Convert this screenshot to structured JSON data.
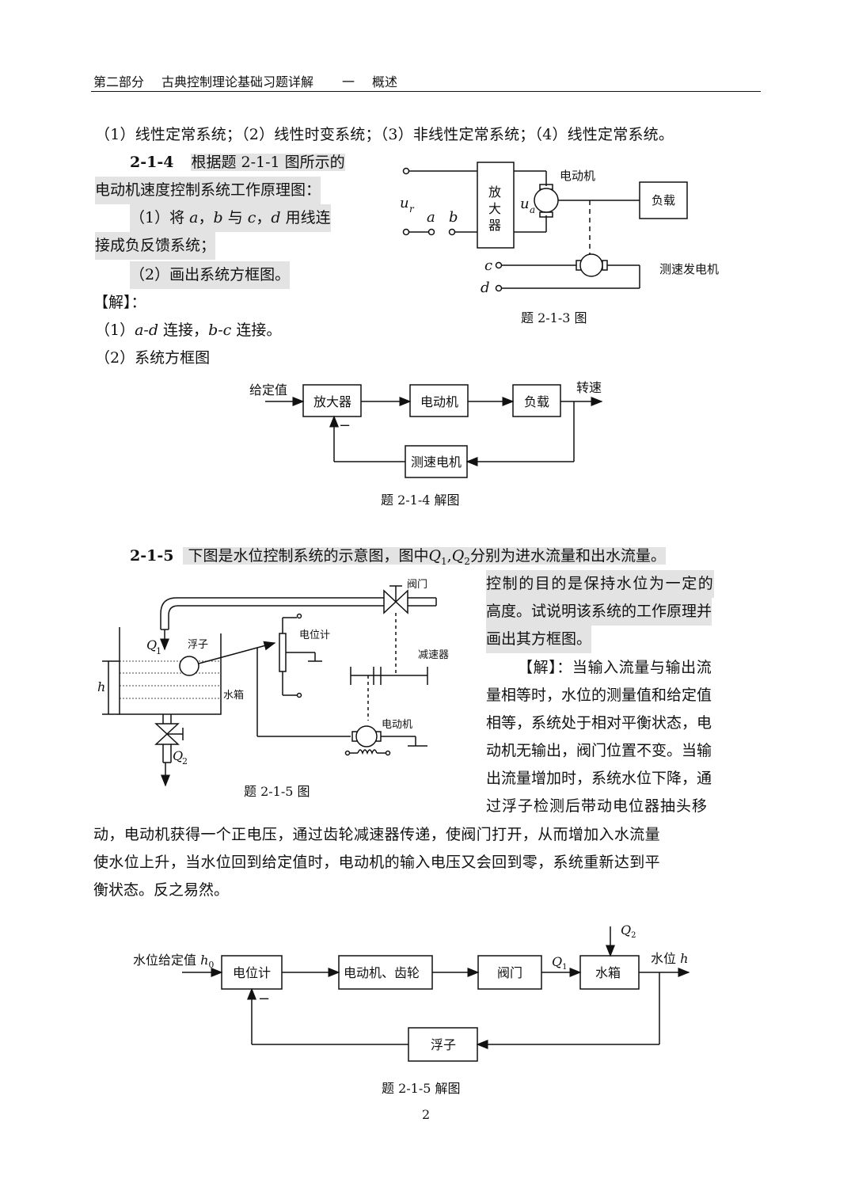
{
  "header": {
    "part": "第二部分",
    "book_title": "古典控制理论基础习题详解",
    "chapter_no": "一",
    "chapter": "概述"
  },
  "prev_answer": "（1）线性定常系统；（2）线性时变系统；（3）非线性定常系统；（4）线性定常系统。",
  "p214": {
    "num": "2-1-4",
    "q_line1": "根据题 2-1-1 图所示的",
    "q_line2": "电动机速度控制系统工作原理图：",
    "q_item1_a": "（1）将 ",
    "q_item1_var_a": "a",
    "q_item1_comma1": "，",
    "q_item1_var_b": "b",
    "q_item1_mid": " 与 ",
    "q_item1_var_c": "c",
    "q_item1_comma2": "，",
    "q_item1_var_d": "d",
    "q_item1_end": " 用线连",
    "q_item1_line2": "接成负反馈系统；",
    "q_item2": "（2）画出系统方框图。",
    "solution_label": "【解】：",
    "ans1_pre": "（1）",
    "ans1_ad": "a-d",
    "ans1_mid": " 连接，",
    "ans1_bc": "b-c",
    "ans1_end": " 连接。",
    "ans2": "（2）系统方框图",
    "fig_circuit": {
      "caption": "题 2-1-3 图",
      "amp": [
        "放",
        "大",
        "器"
      ],
      "motor": "电动机",
      "load": "负载",
      "tacho": "测速发电机",
      "ur": "u",
      "ur_sub": "r",
      "ua": "u",
      "ua_sub": "a",
      "a": "a",
      "b": "b",
      "c": "c",
      "d": "d"
    },
    "fig_block": {
      "caption": "题 2-1-4 解图",
      "input": "给定值",
      "amp": "放大器",
      "motor": "电动机",
      "load": "负载",
      "output": "转速",
      "feedback": "测速电机",
      "minus": "−"
    }
  },
  "p215": {
    "num": "2-1-5",
    "q_line1_a": "下图是水位控制系统的示意图，图中",
    "q_line1_Q1": "Q",
    "q_line1_Q1_sub": "1",
    "q_line1_sep": ",",
    "q_line1_Q2": "Q",
    "q_line1_Q2_sub": "2",
    "q_line1_b": "分别为进水流量和出水流量。",
    "q_line2": "控制的目的是保持水位为一定的",
    "q_line3": "高度。试说明该系统的工作原理并",
    "q_line4": "画出其方框图。",
    "sol_lines": [
      "【解】：当输入流量与输出流",
      "量相等时，水位的测量值和给定值",
      "相等，系统处于相对平衡状态，电",
      "动机无输出，阀门位置不变。当输",
      "出流量增加时，系统水位下降，通",
      "过浮子检测后带动电位器抽头移"
    ],
    "sol_full_lines": [
      "动，电动机获得一个正电压，通过齿轮减速器传递，使阀门打开，从而增加入水流量",
      "使水位上升，当水位回到给定值时，电动机的输入电压又会回到零，系统重新达到平",
      "衡状态。反之易然。"
    ],
    "fig_tank": {
      "caption": "题 2-1-5 图",
      "valve": "阀门",
      "float": "浮子",
      "pot": "电位计",
      "reducer": "减速器",
      "tank": "水箱",
      "motor": "电动机",
      "h": "h",
      "Q1": "Q",
      "Q1_sub": "1",
      "Q2": "Q",
      "Q2_sub": "2"
    },
    "fig_block": {
      "caption": "题 2-1-5 解图",
      "input": "水位给定值 ",
      "input_h": "h",
      "input_h_sub": "0",
      "pot": "电位计",
      "motor_gear": "电动机、齿轮",
      "valve": "阀门",
      "tank": "水箱",
      "float": "浮子",
      "output": "水位 ",
      "output_h": "h",
      "Q1": "Q",
      "Q1_sub": "1",
      "Q2": "Q",
      "Q2_sub": "2",
      "minus": "−"
    }
  },
  "page_number": "2"
}
